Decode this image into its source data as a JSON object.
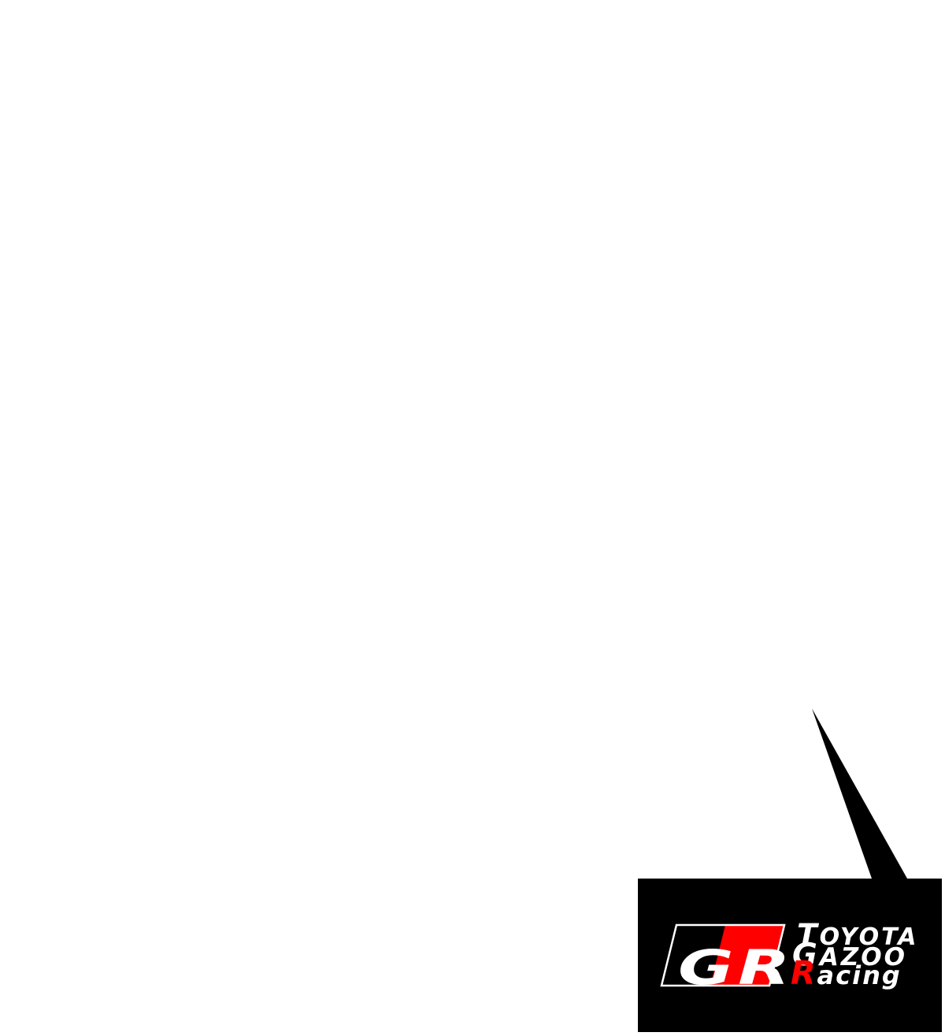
{
  "page": {
    "background_color": "#ffffff"
  },
  "logo_callout": {
    "background_color": "#000000",
    "emblem": {
      "letters": "GR",
      "black_half_color": "#000000",
      "red_half_color": "#ff0000",
      "border_color": "#ffffff",
      "letter_color": "#ffffff"
    },
    "wordmark": {
      "line1": "TOYOTA",
      "line2": "GAZOO",
      "line3": "Racing",
      "text_color": "#ffffff",
      "accent_color": "#ff0000"
    }
  }
}
